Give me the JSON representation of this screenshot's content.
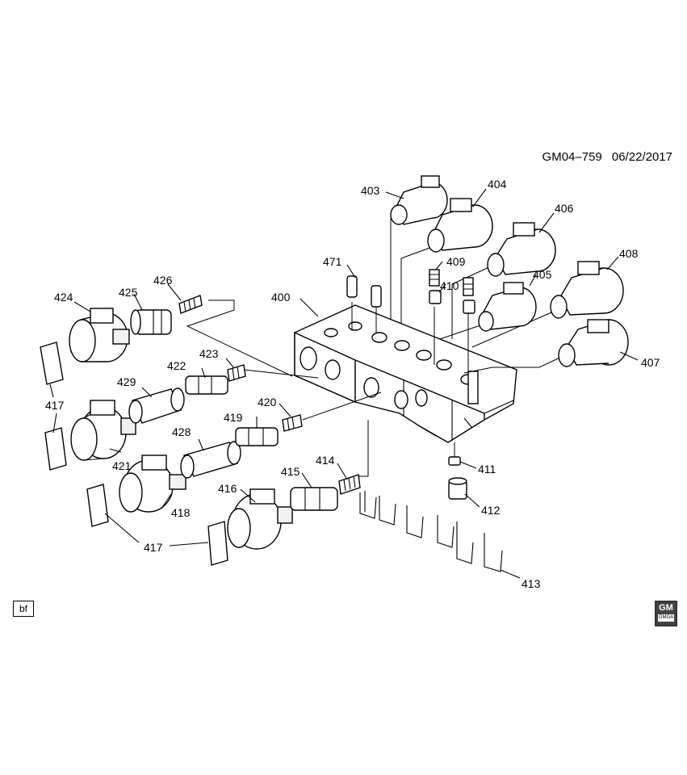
{
  "header": {
    "diagram_code": "GM04–759",
    "date": "06/22/2017"
  },
  "footer": {
    "view_code": "bf",
    "logo_text": "GM",
    "logo_subtext": "GMGA"
  },
  "callouts": {
    "c400": "400",
    "c403": "403",
    "c404": "404",
    "c405": "405",
    "c406": "406",
    "c407": "407",
    "c408": "408",
    "c409": "409",
    "c410": "410",
    "c411": "411",
    "c412": "412",
    "c413": "413",
    "c414": "414",
    "c415": "415",
    "c416": "416",
    "c417a": "417",
    "c417b": "417",
    "c418": "418",
    "c419": "419",
    "c420": "420",
    "c421": "421",
    "c422": "422",
    "c423": "423",
    "c424": "424",
    "c425": "425",
    "c426": "426",
    "c428": "428",
    "c429": "429",
    "c471": "471"
  }
}
